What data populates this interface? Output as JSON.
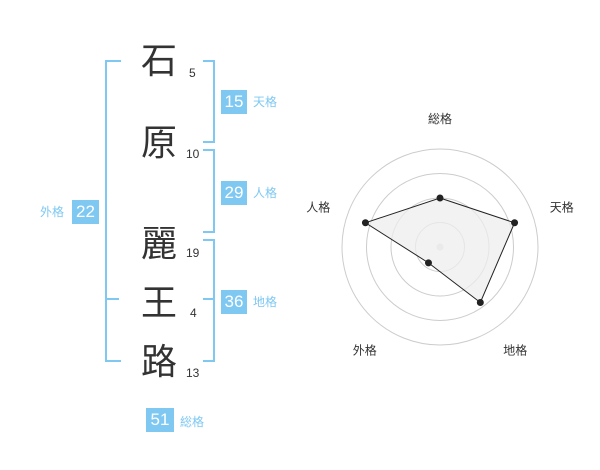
{
  "name_chars": [
    {
      "char": "石",
      "strokes": "5"
    },
    {
      "char": "原",
      "strokes": "10"
    },
    {
      "char": "麗",
      "strokes": "19"
    },
    {
      "char": "王",
      "strokes": "4"
    },
    {
      "char": "路",
      "strokes": "13"
    }
  ],
  "kakaku": {
    "tenkaku": {
      "value": "15",
      "label": "天格"
    },
    "jinkaku": {
      "value": "29",
      "label": "人格"
    },
    "chikaku": {
      "value": "36",
      "label": "地格"
    },
    "gaikaku": {
      "value": "22",
      "label": "外格"
    },
    "soukaku": {
      "value": "51",
      "label": "総格"
    }
  },
  "chart_data": {
    "type": "radar",
    "axes": [
      "総格",
      "天格",
      "地格",
      "外格",
      "人格"
    ],
    "values": [
      0.5,
      0.8,
      0.7,
      0.2,
      0.8
    ],
    "rings": 4,
    "colors": {
      "fill": "#eeeeee",
      "line": "#222222",
      "ring": "#cccccc",
      "accent": "#7ec8f2"
    }
  }
}
